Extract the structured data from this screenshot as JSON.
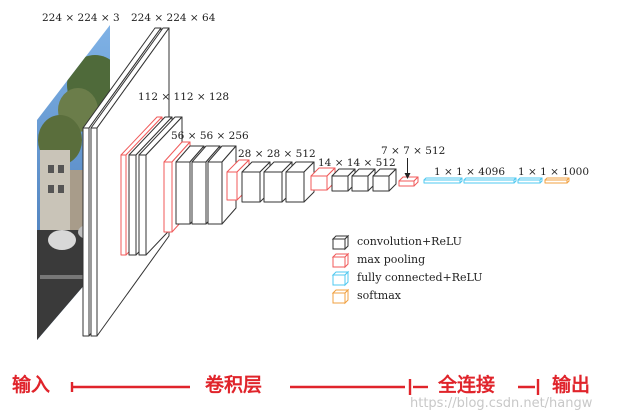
{
  "colors": {
    "convolution": "#333333",
    "max_pooling": "#f05a5a",
    "fully_connected": "#4fc8f0",
    "softmax": "#f0a040",
    "stage_red": "#e0242b",
    "photo_sky": "#4f86c6",
    "photo_ground": "#3a3a3a"
  },
  "dimension_labels": [
    {
      "id": "input",
      "text": "224 × 224 × 3"
    },
    {
      "id": "conv1",
      "text": "224 × 224 × 64"
    },
    {
      "id": "conv2",
      "text": "112 × 112 × 128"
    },
    {
      "id": "conv3",
      "text": "56 × 56 × 256"
    },
    {
      "id": "conv4",
      "text": "28 × 28 × 512"
    },
    {
      "id": "conv5",
      "text": "14 × 14 × 512"
    },
    {
      "id": "pool5",
      "text": "7 × 7 × 512"
    },
    {
      "id": "fc",
      "text": "1 × 1 × 4096"
    },
    {
      "id": "fc_out",
      "text": "1 × 1 × 1000"
    }
  ],
  "legend": [
    {
      "label": "convolution+ReLU",
      "color_key": "convolution"
    },
    {
      "label": "max pooling",
      "color_key": "max_pooling"
    },
    {
      "label": "fully connected+ReLU",
      "color_key": "fully_connected"
    },
    {
      "label": "softmax",
      "color_key": "softmax"
    }
  ],
  "stages": {
    "input": "输入",
    "conv": "卷积层",
    "fc": "全连接",
    "output": "输出"
  },
  "watermark": "https://blog.csdn.net/hangw"
}
